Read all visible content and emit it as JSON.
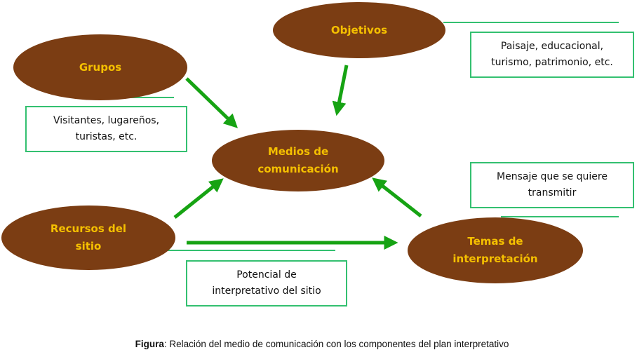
{
  "colors": {
    "ellipse": "#7b3d13",
    "label": "#f5c000",
    "arrow": "#16a313",
    "box_border": "#33c070"
  },
  "nodes": {
    "objetivos": "Objetivos",
    "grupos": "Grupos",
    "medios": "Medios de\ncomunicación",
    "recursos": "Recursos del\nsitio",
    "temas": "Temas de\ninterpretación"
  },
  "boxes": {
    "objetivos": "Paisaje, educacional,\nturismo, patrimonio, etc.",
    "grupos": "Visitantes, lugareños,\nturistas, etc.",
    "temas": "Mensaje que se quiere\ntransmitir",
    "recursos": "Potencial de\ninterpretativo del sitio"
  },
  "caption": {
    "label": "Figura",
    "text": ": Relación del medio de comunicación con los componentes del plan interpretativo"
  }
}
